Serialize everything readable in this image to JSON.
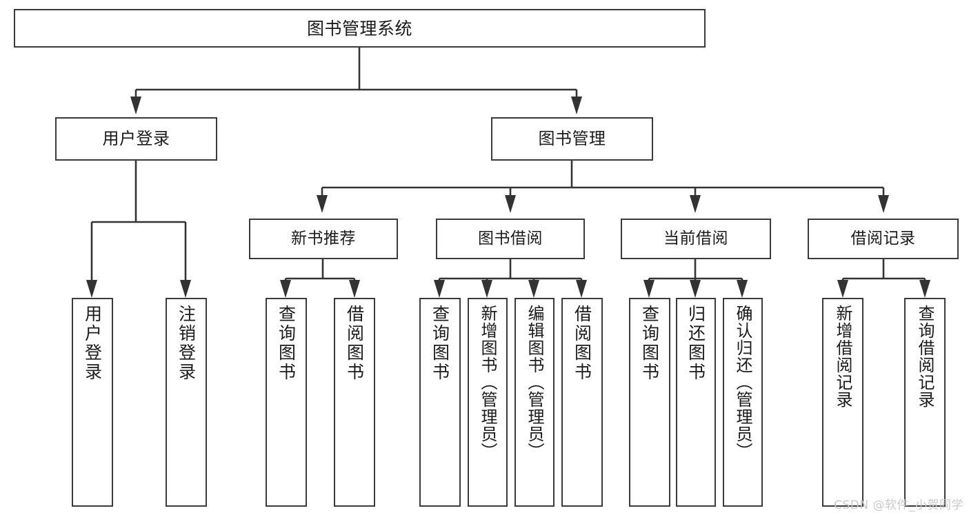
{
  "diagram": {
    "type": "tree",
    "title": "图书管理系统",
    "watermark": "CSDN @软件_小贺同学",
    "nodes": {
      "root": {
        "label": "图书管理系统"
      },
      "login": {
        "label": "用户登录"
      },
      "bookmgr": {
        "label": "图书管理"
      },
      "newbook": {
        "label": "新书推荐"
      },
      "borrow": {
        "label": "图书借阅"
      },
      "current": {
        "label": "当前借阅"
      },
      "record": {
        "label": "借阅记录"
      },
      "leaf1": {
        "label": "用户登录"
      },
      "leaf2": {
        "label": "注销登录"
      },
      "leaf3": {
        "label": "查询图书"
      },
      "leaf4": {
        "label": "借阅图书"
      },
      "leaf5": {
        "label": "查询图书"
      },
      "leaf6": {
        "label": "新增图书（管理员）"
      },
      "leaf7": {
        "label": "编辑图书（管理员）"
      },
      "leaf8": {
        "label": "借阅图书"
      },
      "leaf9": {
        "label": "查询图书"
      },
      "leaf10": {
        "label": "归还图书"
      },
      "leaf11": {
        "label": "确认归还（管理员）"
      },
      "leaf12": {
        "label": "新增借阅记录"
      },
      "leaf13": {
        "label": "查询借阅记录"
      }
    },
    "hierarchy": [
      {
        "parent": "root",
        "children": [
          "login",
          "bookmgr"
        ]
      },
      {
        "parent": "login",
        "children": [
          "leaf1",
          "leaf2"
        ]
      },
      {
        "parent": "bookmgr",
        "children": [
          "newbook",
          "borrow",
          "current",
          "record"
        ]
      },
      {
        "parent": "newbook",
        "children": [
          "leaf3",
          "leaf4"
        ]
      },
      {
        "parent": "borrow",
        "children": [
          "leaf5",
          "leaf6",
          "leaf7",
          "leaf8"
        ]
      },
      {
        "parent": "current",
        "children": [
          "leaf9",
          "leaf10",
          "leaf11"
        ]
      },
      {
        "parent": "record",
        "children": [
          "leaf12",
          "leaf13"
        ]
      }
    ],
    "colors": {
      "box_border": "#3a3a3a",
      "box_fill": "#ffffff",
      "edge": "#333333",
      "text": "#1b1b1b",
      "watermark": "#c9c9c9",
      "background": "#ffffff"
    }
  }
}
